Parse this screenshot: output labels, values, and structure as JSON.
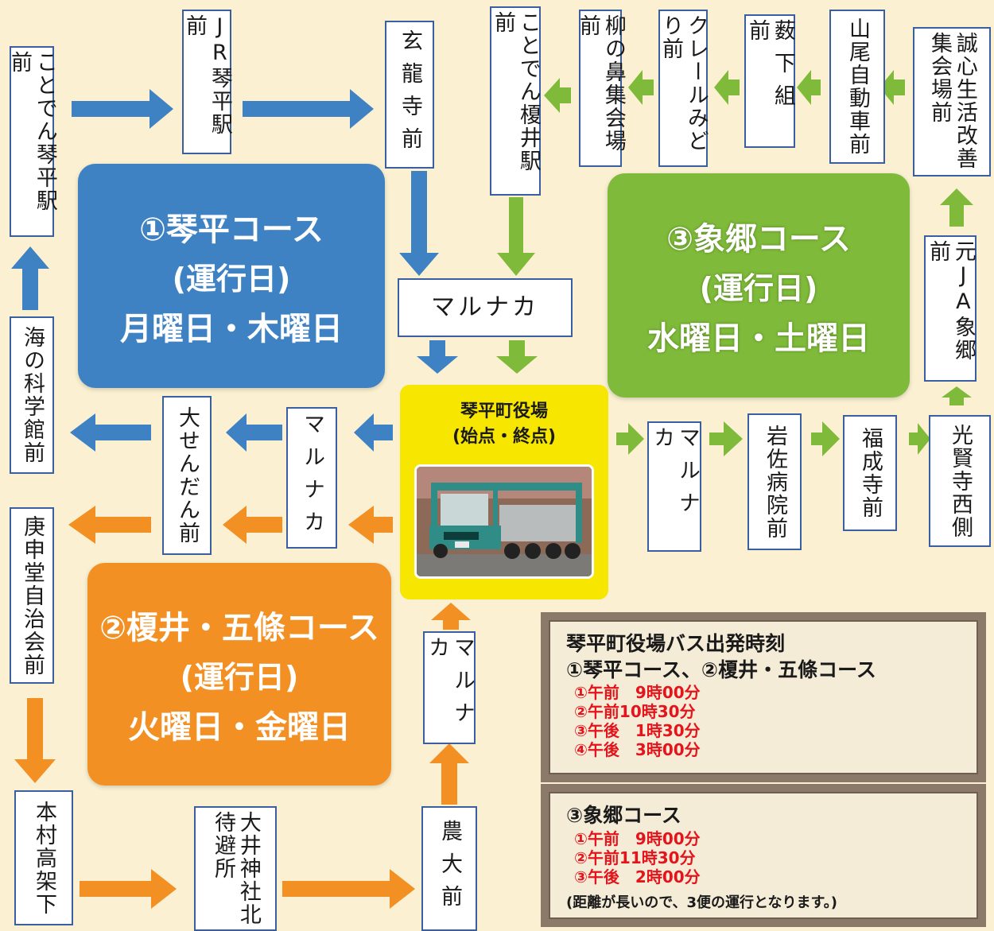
{
  "colors": {
    "blue": "#3f82c4",
    "orange": "#f29023",
    "green": "#7fba3a",
    "hub": "#f7e600",
    "time_red": "#e3141b"
  },
  "hub": {
    "title_line1": "琴平町役場",
    "title_line2": "(始点・終点)"
  },
  "courses": {
    "c1": {
      "name": "①琴平コース",
      "days_label": "(運行日)",
      "days": "月曜日・木曜日"
    },
    "c2": {
      "name": "②榎井・五條コース",
      "days_label": "(運行日)",
      "days": "火曜日・金曜日"
    },
    "c3": {
      "name": "③象郷コース",
      "days_label": "(運行日)",
      "days": "水曜日・土曜日"
    }
  },
  "stops": {
    "kotoden_kotohira": "ことでん琴平駅前",
    "jr_kotohira": "JR琴平駅前",
    "genryuji": "玄龍寺前",
    "marunaka_top": "マルナカ",
    "umi_kagakukan": "海の科学館前",
    "daisendan": "大せんだん前",
    "marunaka_left": "マルナカ",
    "koshindo": "庚申堂自治会前",
    "honmura": "本村高架下",
    "oi_jinja": "大井神社北待避所",
    "noudai": "農大前",
    "marunaka_bottom": "マルナカ",
    "kotoden_enai": "ことでん榎井駅前",
    "yanagi": "柳の鼻集会場前",
    "crail": "クレールみどり前",
    "yabushita": "薮下組前",
    "yamao": "山尾自動車前",
    "seishin": "誠心生活改善集会場前",
    "moto_ja": "元JA象郷前",
    "kokenji": "光賢寺西側",
    "fukujoji": "福成寺前",
    "iwasa": "岩佐病院前",
    "marunaka_right": "マルナカ"
  },
  "timetable": {
    "title1": "琴平町役場バス出発時刻",
    "title2": "①琴平コース、②榎井・五條コース",
    "times_a": [
      "①午前　9時00分",
      "②午前10時30分",
      "③午後　1時30分",
      "④午後　3時00分"
    ],
    "title3": "③象郷コース",
    "times_b": [
      "①午前　9時00分",
      "②午前11時30分",
      "③午後　2時00分"
    ],
    "note": "(距離が長いので、3便の運行となります。)"
  }
}
